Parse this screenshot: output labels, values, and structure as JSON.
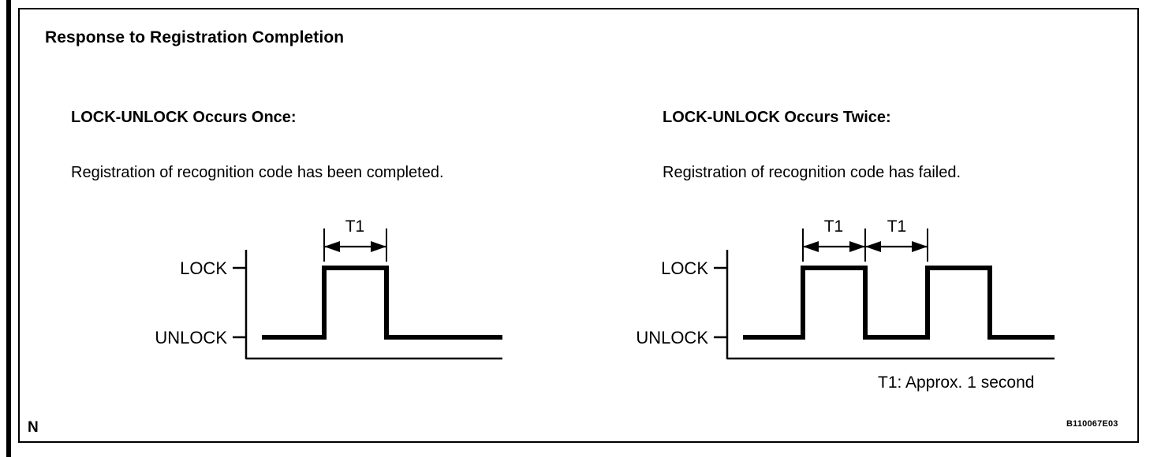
{
  "figure": {
    "title": "Response to Registration Completion",
    "corner_mark": "N",
    "figure_code": "B110067E03",
    "note": "T1: Approx. 1 second",
    "line_color": "#000000",
    "background_color": "#ffffff"
  },
  "columns": [
    {
      "heading": "LOCK-UNLOCK Occurs Once:",
      "description": "Registration of recognition code has been completed.",
      "axis_labels": {
        "high": "LOCK",
        "low": "UNLOCK"
      },
      "dimension_labels": [
        "T1"
      ]
    },
    {
      "heading": "LOCK-UNLOCK Occurs Twice:",
      "description": "Registration of recognition code has failed.",
      "axis_labels": {
        "high": "LOCK",
        "low": "UNLOCK"
      },
      "dimension_labels": [
        "T1",
        "T1"
      ]
    }
  ],
  "chart_data": [
    {
      "type": "line",
      "title": "LOCK-UNLOCK Occurs Once",
      "xlabel": "",
      "ylabel": "",
      "x": [
        0,
        1,
        1,
        2,
        2,
        4
      ],
      "values": [
        "UNLOCK",
        "UNLOCK",
        "LOCK",
        "LOCK",
        "UNLOCK",
        "UNLOCK"
      ],
      "state_levels": [
        "UNLOCK",
        "LOCK"
      ],
      "pulse_count": 1,
      "annotations": [
        "T1"
      ],
      "grid": false,
      "legend": "none"
    },
    {
      "type": "line",
      "title": "LOCK-UNLOCK Occurs Twice",
      "xlabel": "",
      "ylabel": "",
      "x": [
        0,
        1,
        1,
        2,
        2,
        3,
        3,
        4,
        4,
        5
      ],
      "values": [
        "UNLOCK",
        "UNLOCK",
        "LOCK",
        "LOCK",
        "UNLOCK",
        "UNLOCK",
        "LOCK",
        "LOCK",
        "UNLOCK",
        "UNLOCK"
      ],
      "state_levels": [
        "UNLOCK",
        "LOCK"
      ],
      "pulse_count": 2,
      "annotations": [
        "T1",
        "T1"
      ],
      "grid": false,
      "legend": "none"
    }
  ]
}
